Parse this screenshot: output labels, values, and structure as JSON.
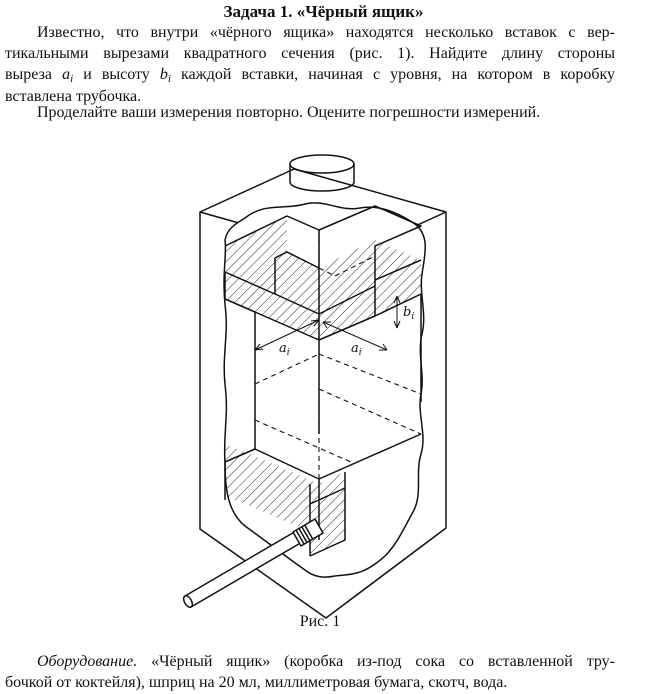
{
  "problem": {
    "title": "Задача 1. «Чёрный ящик»",
    "paragraph1": {
      "line1": "Известно, что внутри «чёрного ящика» находятся несколько вставок с вер-",
      "line2": "тикальными вырезами квадратного сечения (рис. 1). Найдите длину стороны",
      "line3_a": "выреза",
      "line3_var_a": "a",
      "line3_sub_a": "i",
      "line3_b": "и высоту",
      "line3_var_b": "b",
      "line3_sub_b": "i",
      "line3_c": "каждой вставки, начиная с уровня, на котором в коробку",
      "line4": "вставлена трубочка."
    },
    "paragraph2": "Проделайте ваши измерения повторно. Оцените погрешности измерений."
  },
  "figure": {
    "label_a_left": "a",
    "label_a_right": "a",
    "label_b": "b",
    "label_sub": "i",
    "caption": "Рис. 1"
  },
  "equipment": {
    "label": "Оборудование.",
    "line1_rest": "«Чёрный ящик» (коробка из-под сока со вставленной тру-",
    "line2": "бочкой от коктейля), шприц на 20 мл, миллиметровая бумага, скотч, вода."
  }
}
